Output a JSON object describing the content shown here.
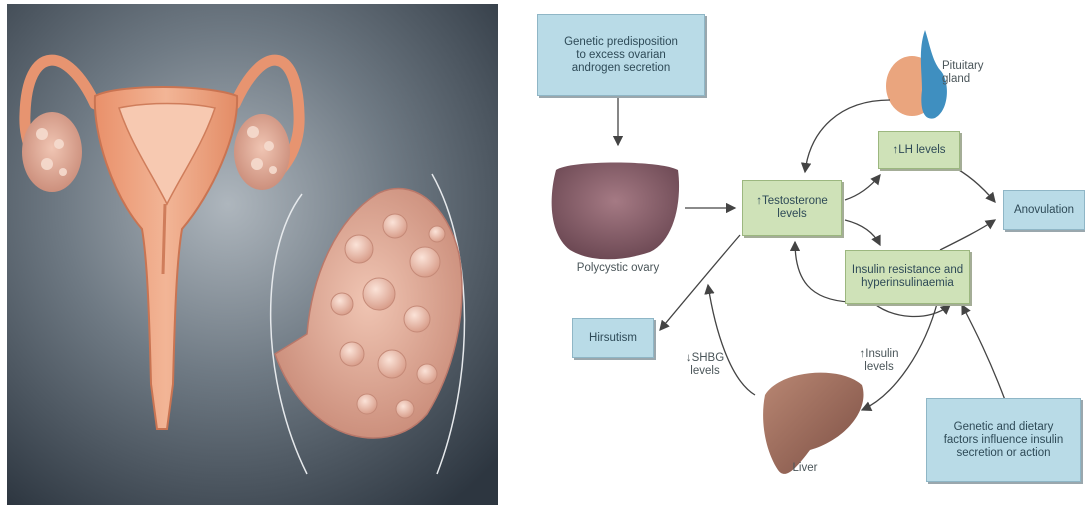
{
  "diagram": {
    "nodes": {
      "genetic_predisposition": [
        "Genetic predisposition",
        "to excess ovarian",
        "androgen secretion"
      ],
      "pituitary_gland": [
        "Pituitary",
        "gland"
      ],
      "lh_levels": [
        "↑LH levels"
      ],
      "testosterone_levels": [
        "↑Testosterone",
        "levels"
      ],
      "anovulation": [
        "Anovulation"
      ],
      "polycystic_ovary": [
        "Polycystic ovary"
      ],
      "insulin_resistance": [
        "Insulin resistance and",
        "hyperinsulinaemia"
      ],
      "hirsutism": [
        "Hirsutism"
      ],
      "shbg_levels": [
        "↓SHBG",
        "levels"
      ],
      "insulin_levels": [
        "↑Insulin",
        "levels"
      ],
      "liver": [
        "Liver"
      ],
      "genetic_dietary": [
        "Genetic and dietary",
        "factors influence insulin",
        "secretion or action"
      ]
    }
  },
  "colors": {
    "blue_box": "#b9dbe7",
    "green_box": "#cfe2b8",
    "text": "#2e4a57",
    "arrow": "#444444",
    "photo_background": "#3f4a55",
    "uterus": "#e8a07e",
    "ovary_tissue": "#dca694"
  }
}
